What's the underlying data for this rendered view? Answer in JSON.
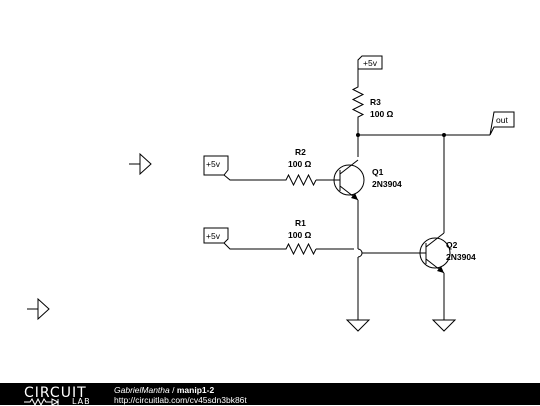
{
  "schematic": {
    "labels": {
      "plus5v_top": "+5v",
      "plus5v_r2": "+5v",
      "plus5v_r1": "+5v",
      "out": "out"
    },
    "components": {
      "r3": {
        "name": "R3",
        "value": "100 Ω"
      },
      "r2": {
        "name": "R2",
        "value": "100 Ω"
      },
      "r1": {
        "name": "R1",
        "value": "100 Ω"
      },
      "q1": {
        "name": "Q1",
        "part": "2N3904"
      },
      "q2": {
        "name": "Q2",
        "part": "2N3904"
      }
    }
  },
  "footer": {
    "logo_top": "CIRCUIT",
    "logo_bottom": "LAB",
    "author": "GabrielMantha",
    "separator": " / ",
    "title": "manip1-2",
    "url": "http://circuitlab.com/cv45sdn3bk86t"
  }
}
